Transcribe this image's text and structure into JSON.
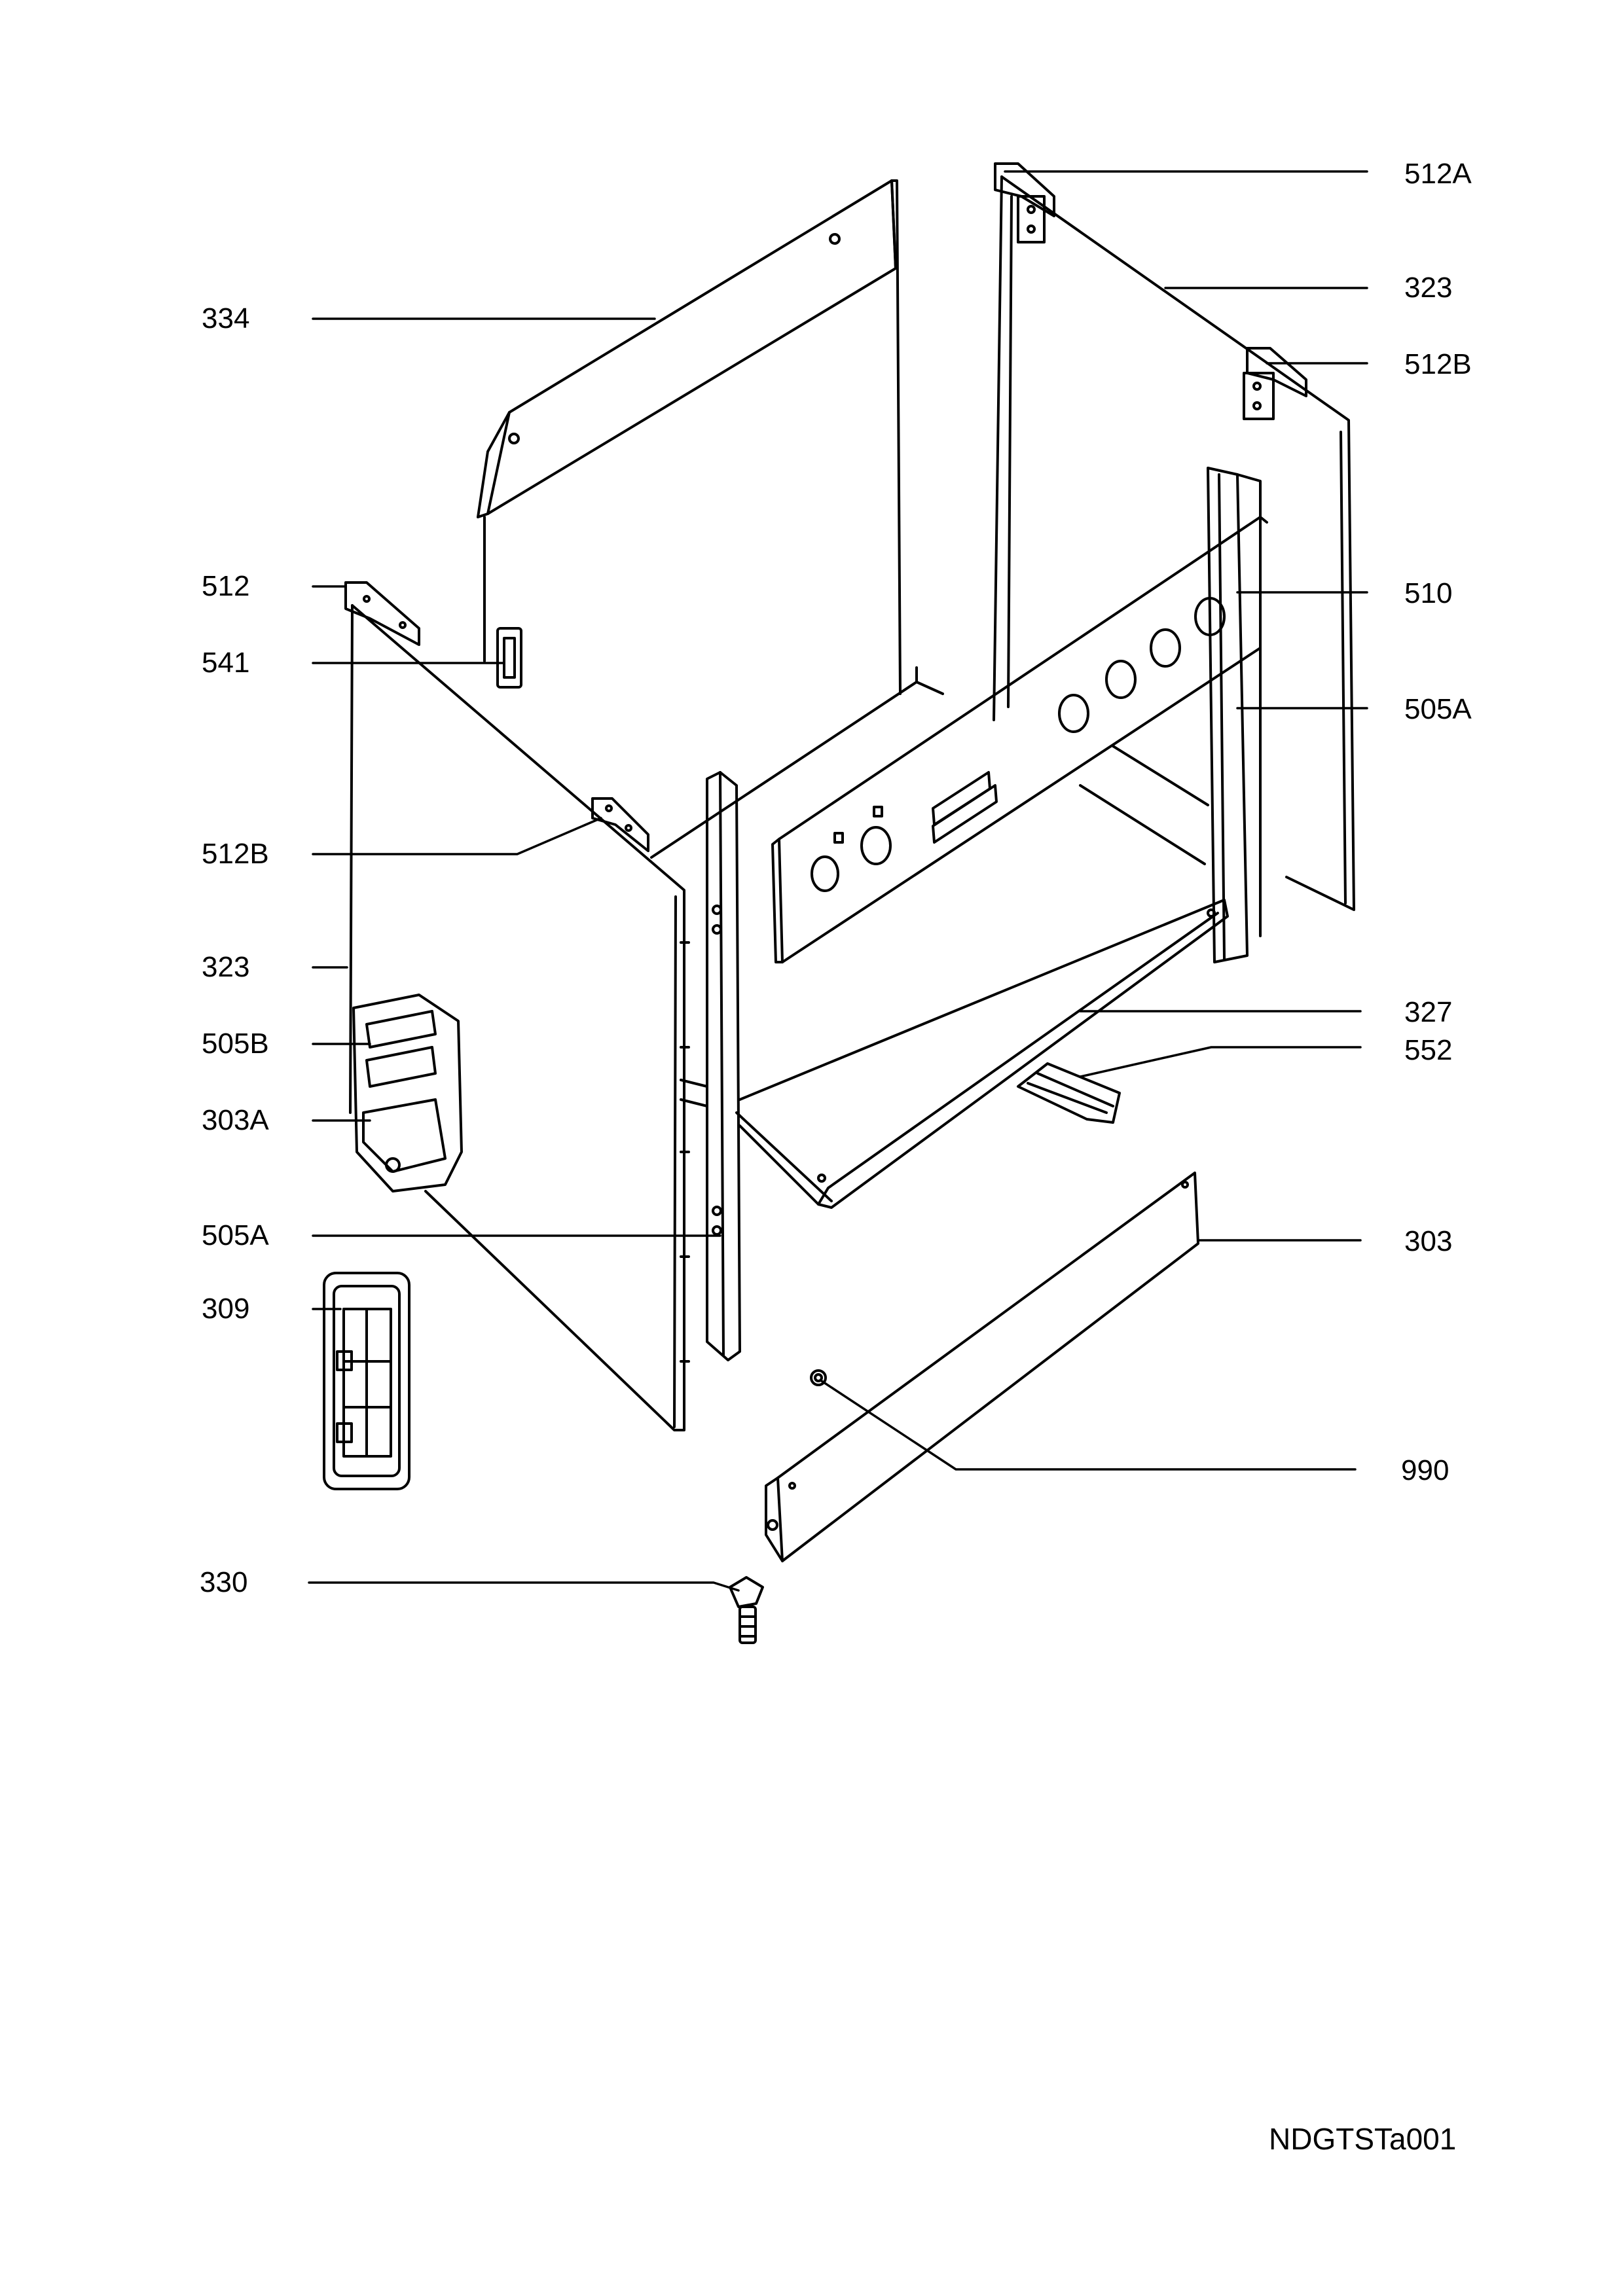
{
  "callouts": {
    "l334": "334",
    "l512": "512",
    "l541": "541",
    "l512b_left": "512B",
    "l323_left": "323",
    "l505b": "505B",
    "l303a": "303A",
    "l505a_left": "505A",
    "l309": "309",
    "l330": "330",
    "l512a": "512A",
    "l323_right": "323",
    "l512b_right": "512B",
    "l510": "510",
    "l505a_right": "505A",
    "l327": "327",
    "l552": "552",
    "l303": "303",
    "l990": "990"
  },
  "footer": {
    "drawing_code": "NDGTSTa001"
  },
  "colors": {
    "ink": "#000000",
    "paper": "#ffffff"
  }
}
